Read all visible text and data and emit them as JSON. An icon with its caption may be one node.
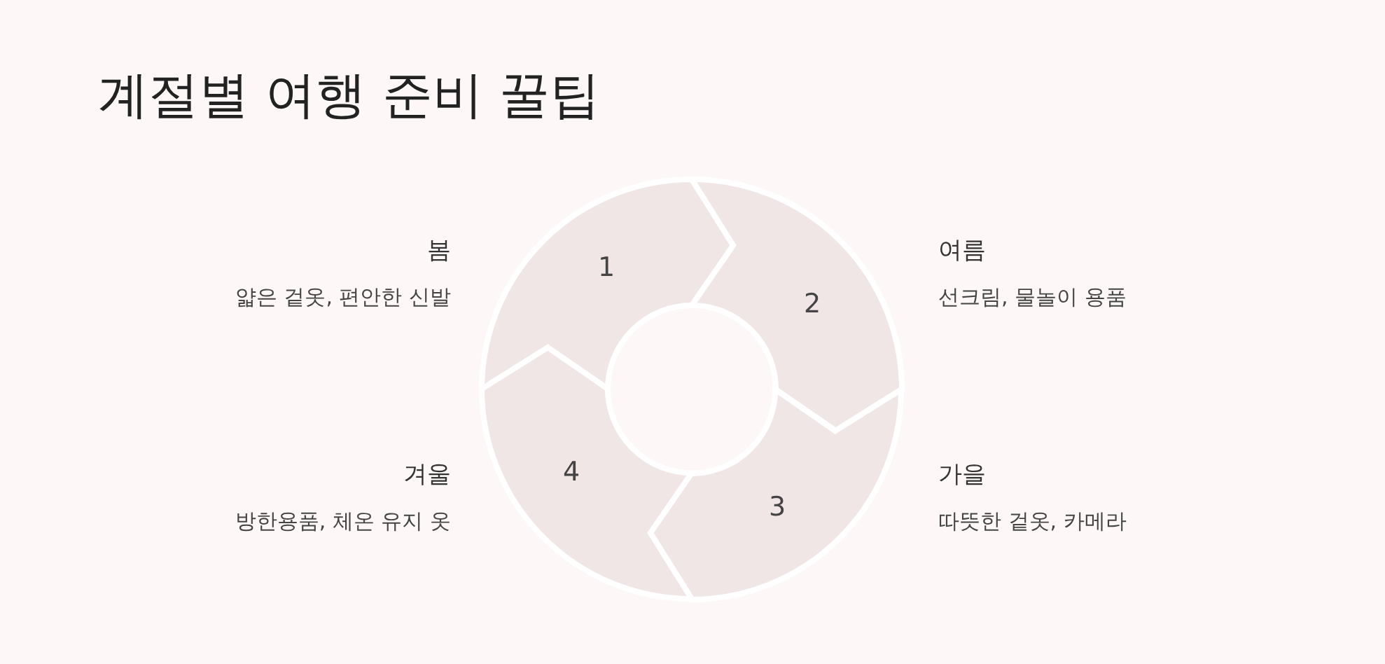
{
  "diagram": {
    "title": "계절별 여행 준비 꿀팁",
    "nodes": [
      {
        "text": [
          "1"
        ],
        "beside": [
          "봄",
          "얇은 겉옷, 편안한 신발"
        ]
      },
      {
        "text": [
          "2"
        ],
        "beside": [
          "여름",
          "선크림, 물놀이 용품"
        ]
      },
      {
        "text": [
          "3"
        ],
        "beside": [
          "가을",
          "따뜻한 겉옷, 카메라"
        ]
      },
      {
        "text": [
          "4"
        ],
        "beside": [
          "겨울",
          "방한용품, 체온 유지 옷"
        ]
      }
    ]
  }
}
